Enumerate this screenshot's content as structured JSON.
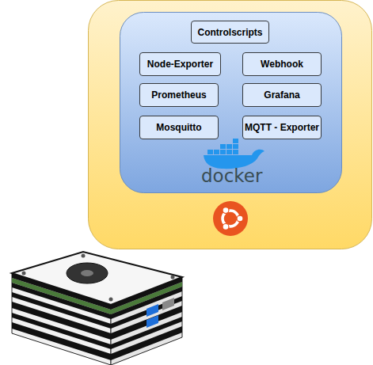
{
  "diagram": {
    "nodes": [
      {
        "text": [
          "Controlscripts"
        ]
      },
      {
        "text": [
          "Node-Exporter"
        ]
      },
      {
        "text": [
          "Webhook"
        ]
      },
      {
        "text": [
          "Prometheus"
        ]
      },
      {
        "text": [
          "Grafana"
        ]
      },
      {
        "text": [
          "Mosquitto"
        ]
      },
      {
        "text": [
          "MQTT - Exporter"
        ]
      }
    ],
    "labels": [
      "docker"
    ]
  }
}
